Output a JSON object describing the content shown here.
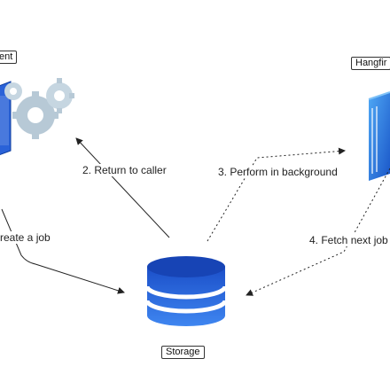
{
  "nodes": {
    "client": {
      "label": "ent",
      "icon": "gears-server-icon"
    },
    "hangfire": {
      "label": "Hangfir",
      "icon": "server-tower-icon"
    },
    "storage": {
      "label": "Storage",
      "icon": "database-icon"
    }
  },
  "edges": {
    "create_job": {
      "label": "reate a job"
    },
    "return_to_caller": {
      "label": "2. Return to caller"
    },
    "perform_in_background": {
      "label": "3. Perform in background"
    },
    "fetch_next_job": {
      "label": "4. Fetch next job"
    }
  },
  "colors": {
    "accent_blue": "#1f5fd6",
    "gear_gray": "#b7c9d6",
    "line": "#222222"
  }
}
